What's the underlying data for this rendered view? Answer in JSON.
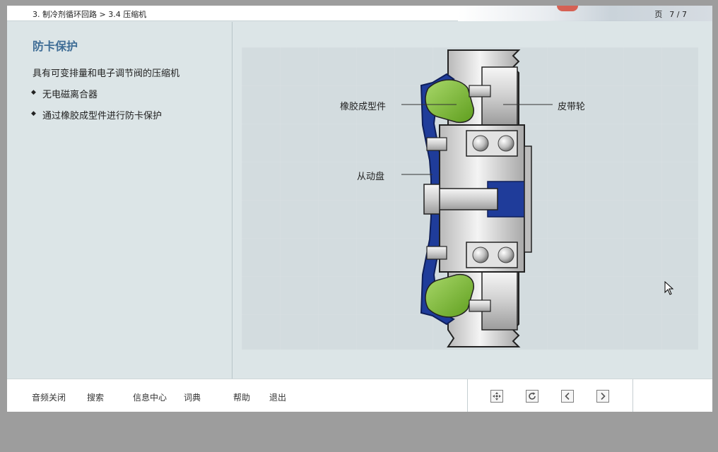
{
  "header": {
    "breadcrumb": "3. 制冷剂循环回路 > 3.4 压缩机",
    "page_label": "页",
    "page_number": "7 / 7"
  },
  "content": {
    "title": "防卡保护",
    "subtitle": "具有可变排量和电子调节阀的压缩机",
    "bullets": [
      "无电磁离合器",
      "通过橡胶成型件进行防卡保护"
    ],
    "bullet_mark": "◆"
  },
  "diagram": {
    "callouts": {
      "rubber_element": "橡胶成型件",
      "pulley": "皮带轮",
      "driven_plate": "从动盘"
    },
    "colors": {
      "driven_plate": "#1f3c9a",
      "rubber": "#7bbf2e",
      "metal": "#e8e8e8"
    }
  },
  "footer": {
    "menu": {
      "audio_off": "音频关闭",
      "search": "搜索",
      "info_center": "信息中心",
      "glossary": "词典",
      "help": "帮助",
      "exit": "退出"
    },
    "nav_icons": [
      "move-icon",
      "refresh-icon",
      "prev-icon",
      "next-icon"
    ]
  }
}
